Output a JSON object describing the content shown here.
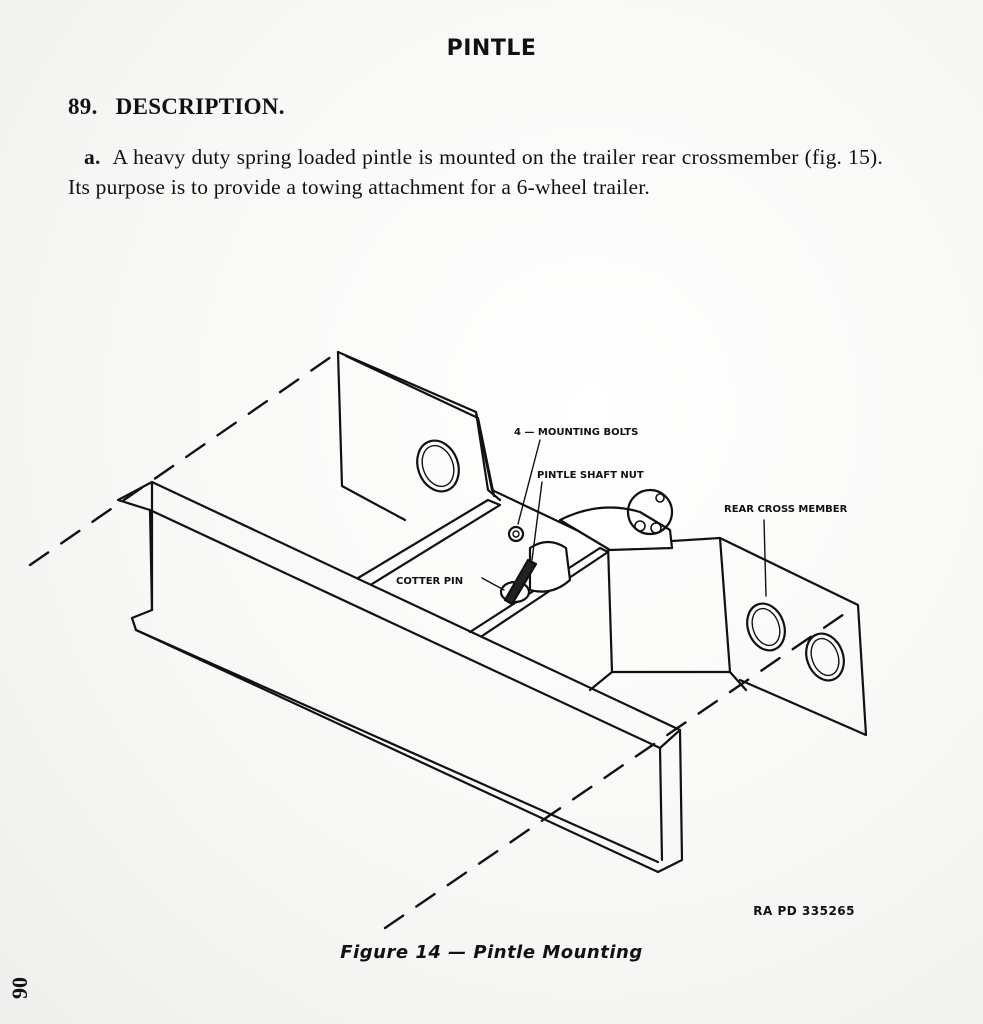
{
  "page": {
    "title": "PINTLE",
    "section_number": "89.",
    "section_title": "DESCRIPTION.",
    "paragraph_mark": "a.",
    "paragraph_text": "A heavy duty spring loaded pintle is mounted on the trailer rear crossmember (fig. 15). Its purpose is to provide a towing attachment for a 6-wheel trailer.",
    "page_number": "90"
  },
  "figure": {
    "callouts": {
      "mounting_bolts": "4 — MOUNTING BOLTS",
      "pintle_shaft_nut": "PINTLE SHAFT NUT",
      "rear_cross_member": "REAR CROSS MEMBER",
      "cotter_pin": "COTTER PIN"
    },
    "reference": "RA PD 335265",
    "caption": "Figure 14 — Pintle Mounting"
  }
}
